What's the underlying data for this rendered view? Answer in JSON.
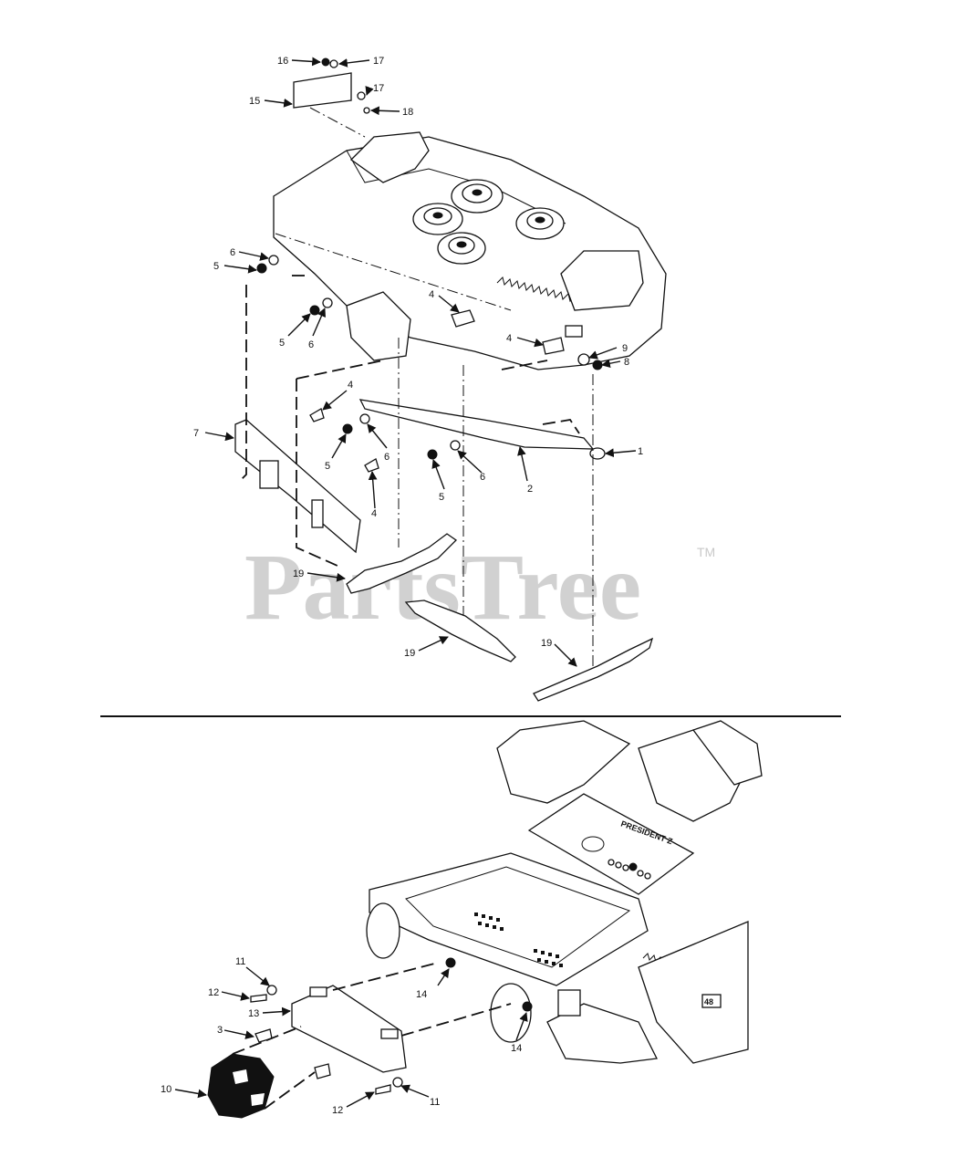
{
  "watermark": {
    "text": "PartsTree",
    "tm": "TM"
  },
  "deck_callouts": {
    "c16": "16",
    "c17a": "17",
    "c17b": "17",
    "c15": "15",
    "c18": "18",
    "c6a": "6",
    "c5a": "5",
    "c4a": "4",
    "c5b": "5",
    "c6b": "6",
    "c4b": "4",
    "c9": "9",
    "c8": "8",
    "c4c": "4",
    "c7": "7",
    "c5c": "5",
    "c6c": "6",
    "c1": "1",
    "c5d": "5",
    "c6d": "6",
    "c2": "2",
    "c4d": "4",
    "c19a": "19",
    "c19b": "19",
    "c19c": "19"
  },
  "frame_callouts": {
    "c11a": "11",
    "c12a": "12",
    "c13": "13",
    "c14a": "14",
    "c3": "3",
    "c14b": "14",
    "c10": "10",
    "c12b": "12",
    "c11b": "11"
  },
  "decal_text": {
    "brand": "PRESIDENT Z",
    "plate": "48"
  }
}
